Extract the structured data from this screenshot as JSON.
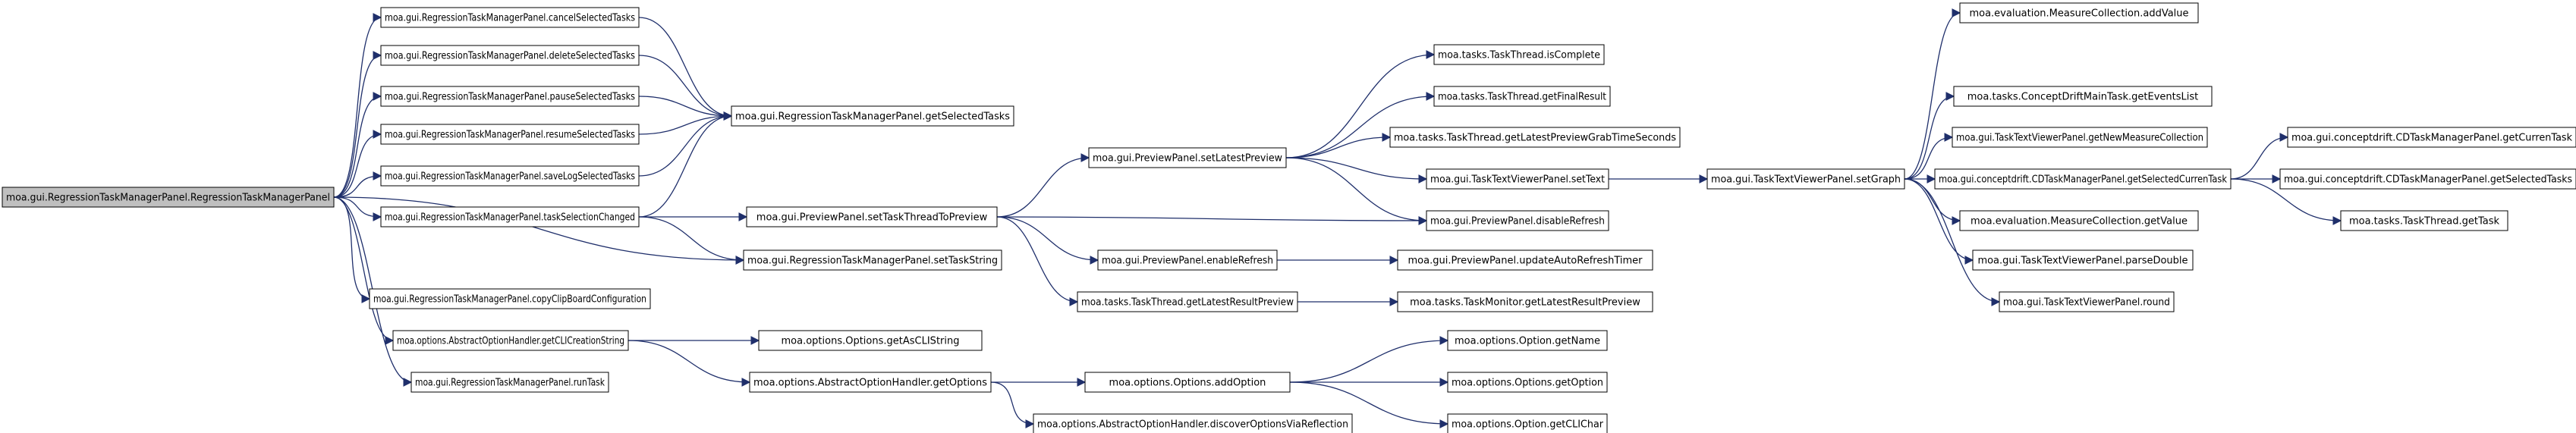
{
  "colors": {
    "edge": "#1f2f6b",
    "root_fill": "#bfbfbf",
    "node_fill": "#ffffff",
    "border": "#000000"
  },
  "nodes": [
    {
      "id": "root",
      "label": "moa.gui.RegressionTaskManagerPanel.RegressionTaskManagerPanel",
      "root": true
    },
    {
      "id": "cancelSel",
      "label": "moa.gui.RegressionTaskManagerPanel.cancelSelectedTasks"
    },
    {
      "id": "deleteSel",
      "label": "moa.gui.RegressionTaskManagerPanel.deleteSelectedTasks"
    },
    {
      "id": "pauseSel",
      "label": "moa.gui.RegressionTaskManagerPanel.pauseSelectedTasks"
    },
    {
      "id": "resumeSel",
      "label": "moa.gui.RegressionTaskManagerPanel.resumeSelectedTasks"
    },
    {
      "id": "saveLog",
      "label": "moa.gui.RegressionTaskManagerPanel.saveLogSelectedTasks"
    },
    {
      "id": "taskSelChanged",
      "label": "moa.gui.RegressionTaskManagerPanel.taskSelectionChanged"
    },
    {
      "id": "copyClip",
      "label": "moa.gui.RegressionTaskManagerPanel.copyClipBoardConfiguration"
    },
    {
      "id": "getCLI",
      "label": "moa.options.AbstractOptionHandler.getCLICreationString"
    },
    {
      "id": "runTask",
      "label": "moa.gui.RegressionTaskManagerPanel.runTask"
    },
    {
      "id": "getSelTasks",
      "label": "moa.gui.RegressionTaskManagerPanel.getSelectedTasks"
    },
    {
      "id": "setTaskString",
      "label": "moa.gui.RegressionTaskManagerPanel.setTaskString"
    },
    {
      "id": "setTaskThread",
      "label": "moa.gui.PreviewPanel.setTaskThreadToPreview"
    },
    {
      "id": "getAsCLI",
      "label": "moa.options.Options.getAsCLIString"
    },
    {
      "id": "getOptions",
      "label": "moa.options.AbstractOptionHandler.getOptions"
    },
    {
      "id": "setLatestPrev",
      "label": "moa.gui.PreviewPanel.setLatestPreview"
    },
    {
      "id": "enableRefresh",
      "label": "moa.gui.PreviewPanel.enableRefresh"
    },
    {
      "id": "getLatestResultPrev",
      "label": "moa.tasks.TaskThread.getLatestResultPreview"
    },
    {
      "id": "addOption",
      "label": "moa.options.Options.addOption"
    },
    {
      "id": "discoverOpts",
      "label": "moa.options.AbstractOptionHandler.discoverOptionsViaReflection"
    },
    {
      "id": "isComplete",
      "label": "moa.tasks.TaskThread.isComplete"
    },
    {
      "id": "getFinalResult",
      "label": "moa.tasks.TaskThread.getFinalResult"
    },
    {
      "id": "getGrabTime",
      "label": "moa.tasks.TaskThread.getLatestPreviewGrabTimeSeconds"
    },
    {
      "id": "setText",
      "label": "moa.gui.TaskTextViewerPanel.setText"
    },
    {
      "id": "disableRefresh",
      "label": "moa.gui.PreviewPanel.disableRefresh"
    },
    {
      "id": "updateTimer",
      "label": "moa.gui.PreviewPanel.updateAutoRefreshTimer"
    },
    {
      "id": "tmGetLatest",
      "label": "moa.tasks.TaskMonitor.getLatestResultPreview"
    },
    {
      "id": "getName",
      "label": "moa.options.Option.getName"
    },
    {
      "id": "getOption",
      "label": "moa.options.Options.getOption"
    },
    {
      "id": "getCLIChar",
      "label": "moa.options.Option.getCLIChar"
    },
    {
      "id": "setGraph",
      "label": "moa.gui.TaskTextViewerPanel.setGraph"
    },
    {
      "id": "addValue",
      "label": "moa.evaluation.MeasureCollection.addValue"
    },
    {
      "id": "getEventsList",
      "label": "moa.tasks.ConceptDriftMainTask.getEventsList"
    },
    {
      "id": "getNewMC",
      "label": "moa.gui.TaskTextViewerPanel.getNewMeasureCollection"
    },
    {
      "id": "getSelCurrTask",
      "label": "moa.gui.conceptdrift.CDTaskManagerPanel.getSelectedCurrenTask"
    },
    {
      "id": "mcGetValue",
      "label": "moa.evaluation.MeasureCollection.getValue"
    },
    {
      "id": "parseDouble",
      "label": "moa.gui.TaskTextViewerPanel.parseDouble"
    },
    {
      "id": "round",
      "label": "moa.gui.TaskTextViewerPanel.round"
    },
    {
      "id": "getCurrenTask",
      "label": "moa.gui.conceptdrift.CDTaskManagerPanel.getCurrenTask"
    },
    {
      "id": "cdGetSelTasks",
      "label": "moa.gui.conceptdrift.CDTaskManagerPanel.getSelectedTasks"
    },
    {
      "id": "ttGetTask",
      "label": "moa.tasks.TaskThread.getTask"
    }
  ],
  "edges": [
    [
      "root",
      "cancelSel"
    ],
    [
      "root",
      "deleteSel"
    ],
    [
      "root",
      "pauseSel"
    ],
    [
      "root",
      "resumeSel"
    ],
    [
      "root",
      "saveLog"
    ],
    [
      "root",
      "taskSelChanged"
    ],
    [
      "root",
      "setTaskString"
    ],
    [
      "root",
      "copyClip"
    ],
    [
      "root",
      "getCLI"
    ],
    [
      "root",
      "runTask"
    ],
    [
      "cancelSel",
      "getSelTasks"
    ],
    [
      "deleteSel",
      "getSelTasks"
    ],
    [
      "pauseSel",
      "getSelTasks"
    ],
    [
      "resumeSel",
      "getSelTasks"
    ],
    [
      "saveLog",
      "getSelTasks"
    ],
    [
      "taskSelChanged",
      "getSelTasks"
    ],
    [
      "taskSelChanged",
      "setTaskString"
    ],
    [
      "taskSelChanged",
      "setTaskThread"
    ],
    [
      "getCLI",
      "getAsCLI"
    ],
    [
      "getCLI",
      "getOptions"
    ],
    [
      "setTaskThread",
      "setLatestPrev"
    ],
    [
      "setTaskThread",
      "disableRefresh"
    ],
    [
      "setTaskThread",
      "enableRefresh"
    ],
    [
      "setTaskThread",
      "getLatestResultPrev"
    ],
    [
      "getOptions",
      "addOption"
    ],
    [
      "getOptions",
      "discoverOpts"
    ],
    [
      "setLatestPrev",
      "isComplete"
    ],
    [
      "setLatestPrev",
      "getFinalResult"
    ],
    [
      "setLatestPrev",
      "getGrabTime"
    ],
    [
      "setLatestPrev",
      "setText"
    ],
    [
      "setLatestPrev",
      "disableRefresh"
    ],
    [
      "enableRefresh",
      "updateTimer"
    ],
    [
      "getLatestResultPrev",
      "tmGetLatest"
    ],
    [
      "addOption",
      "getName"
    ],
    [
      "addOption",
      "getOption"
    ],
    [
      "addOption",
      "getCLIChar"
    ],
    [
      "setText",
      "setGraph"
    ],
    [
      "setGraph",
      "addValue"
    ],
    [
      "setGraph",
      "getEventsList"
    ],
    [
      "setGraph",
      "getNewMC"
    ],
    [
      "setGraph",
      "getSelCurrTask"
    ],
    [
      "setGraph",
      "mcGetValue"
    ],
    [
      "setGraph",
      "parseDouble"
    ],
    [
      "setGraph",
      "round"
    ],
    [
      "getSelCurrTask",
      "getCurrenTask"
    ],
    [
      "getSelCurrTask",
      "cdGetSelTasks"
    ],
    [
      "getSelCurrTask",
      "ttGetTask"
    ]
  ]
}
